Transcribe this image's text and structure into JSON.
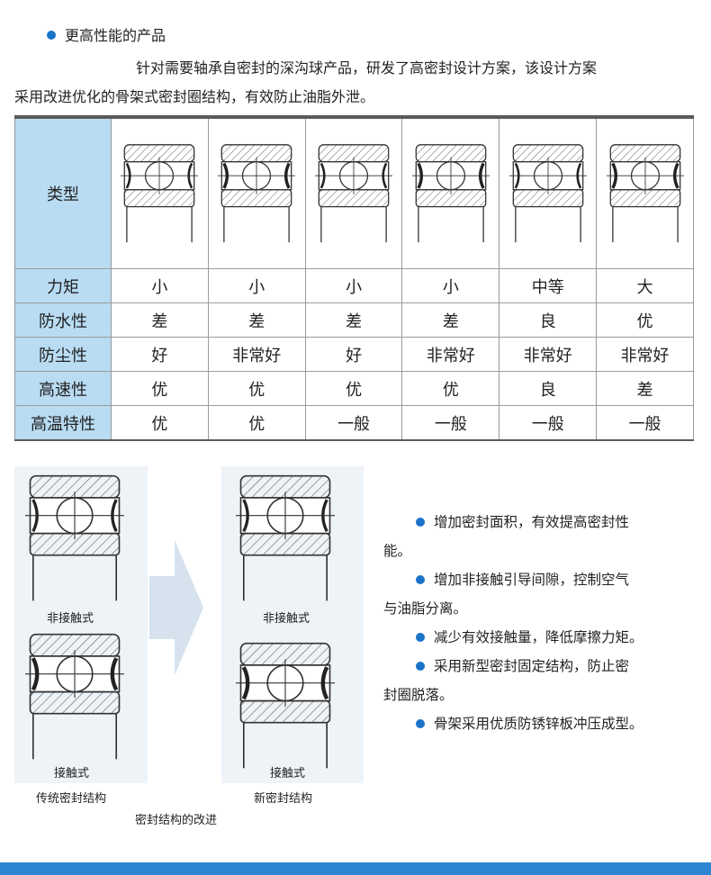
{
  "heading": "更高性能的产品",
  "intro": {
    "line1": "针对需要轴承自密封的深沟球产品，研发了高密封设计方案，该设计方案",
    "line2": "采用改进优化的骨架式密封圈结构，有效防止油脂外泄。"
  },
  "table": {
    "type_label": "类型",
    "rows": [
      {
        "label": "力矩",
        "values": [
          "小",
          "小",
          "小",
          "小",
          "中等",
          "大"
        ]
      },
      {
        "label": "防水性",
        "values": [
          "差",
          "差",
          "差",
          "差",
          "良",
          "优"
        ]
      },
      {
        "label": "防尘性",
        "values": [
          "好",
          "非常好",
          "好",
          "非常好",
          "非常好",
          "非常好"
        ]
      },
      {
        "label": "高速性",
        "values": [
          "优",
          "优",
          "优",
          "优",
          "良",
          "差"
        ]
      },
      {
        "label": "高温特性",
        "values": [
          "优",
          "优",
          "一般",
          "一般",
          "一般",
          "一般"
        ]
      }
    ]
  },
  "diagram": {
    "old_noncontact": "非接触式",
    "old_contact": "接触式",
    "new_noncontact": "非接触式",
    "new_contact": "接触式",
    "old_caption": "传统密封结构",
    "new_caption": "新密封结构",
    "main_caption": "密封结构的改进"
  },
  "bullets": [
    {
      "line1": "增加密封面积，有效提高密封性",
      "line2": "能。"
    },
    {
      "line1": "增加非接触引导间隙，控制空气",
      "line2": "与油脂分离。"
    },
    {
      "line1": "减少有效接触量，降低摩擦力矩。",
      "line2": ""
    },
    {
      "line1": "采用新型密封固定结构，防止密",
      "line2": "封圈脱落。"
    },
    {
      "line1": "骨架采用优质防锈锌板冲压成型。",
      "line2": ""
    }
  ],
  "colors": {
    "accent": "#1a73c8",
    "header_cell": "#b9dcf3",
    "bar": "#2c86d1"
  },
  "icons": [
    "bullet-dot-icon",
    "bearing-cross-section-icon",
    "right-arrow-icon"
  ]
}
